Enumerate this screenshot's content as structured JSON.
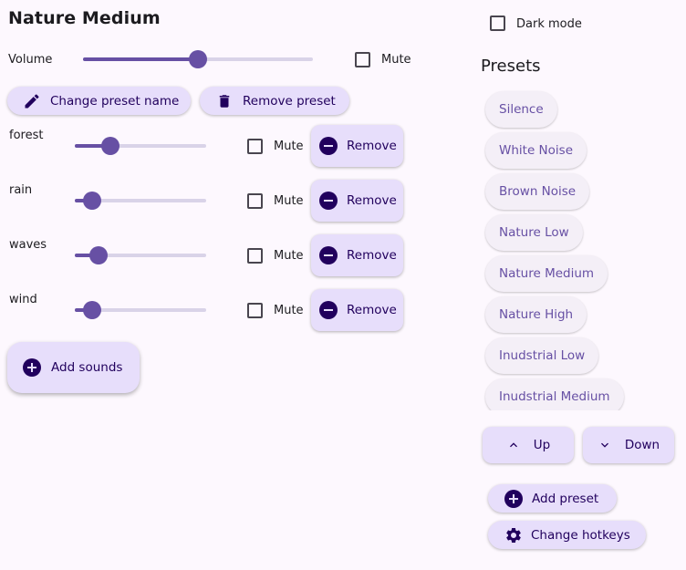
{
  "header": {
    "title": "Nature Medium"
  },
  "volume": {
    "label": "Volume",
    "value": 0.5,
    "mute_label": "Mute"
  },
  "actions": {
    "change_name": "Change preset name",
    "remove_preset": "Remove preset"
  },
  "sounds": [
    {
      "name": "forest",
      "value": 0.27,
      "mute_label": "Mute",
      "remove_label": "Remove"
    },
    {
      "name": "rain",
      "value": 0.13,
      "mute_label": "Mute",
      "remove_label": "Remove"
    },
    {
      "name": "waves",
      "value": 0.18,
      "mute_label": "Mute",
      "remove_label": "Remove"
    },
    {
      "name": "wind",
      "value": 0.13,
      "mute_label": "Mute",
      "remove_label": "Remove"
    }
  ],
  "add_sounds": "Add sounds",
  "dark_mode": {
    "label": "Dark mode"
  },
  "presets": {
    "title": "Presets",
    "items": [
      "Silence",
      "White Noise",
      "Brown Noise",
      "Nature Low",
      "Nature Medium",
      "Nature High",
      "Inudstrial Low",
      "Inudstrial Medium"
    ],
    "up_label": "Up",
    "down_label": "Down",
    "add_label": "Add preset",
    "hotkeys_label": "Change hotkeys"
  },
  "colors": {
    "accent": "#6750a4",
    "tonal_bg": "#e7defb",
    "on_tonal": "#21005d",
    "track": "#d9d3e8"
  }
}
